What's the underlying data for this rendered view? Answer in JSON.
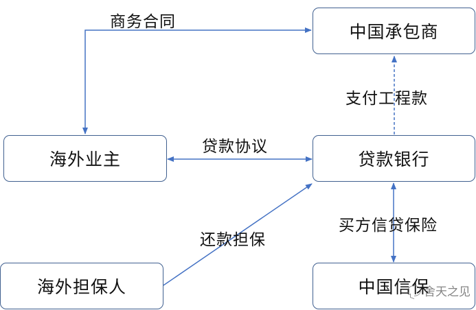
{
  "nodes": {
    "china_contractor": "中国承包商",
    "overseas_owner": "海外业主",
    "lending_bank": "贷款银行",
    "overseas_guarantor": "海外担保人",
    "sinosure": "中国信保"
  },
  "edges": {
    "commercial_contract": "商务合同",
    "pay_project_funds": "支付工程款",
    "loan_agreement": "贷款协议",
    "repayment_guarantee": "还款担保",
    "buyer_credit_insurance": "买方信贷保险"
  },
  "watermark": "舍天之见",
  "colors": {
    "line": "#4472c4",
    "border": "#3f5f8f"
  }
}
